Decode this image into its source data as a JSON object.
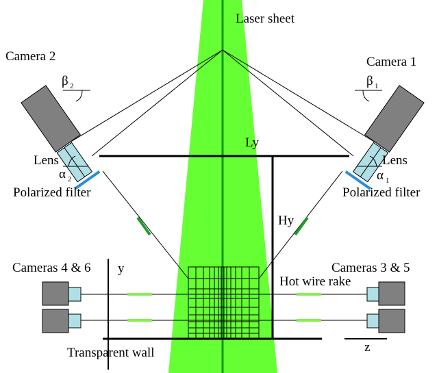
{
  "labels": {
    "laser_sheet": "Laser sheet",
    "camera_1": "Camera 1",
    "camera_2": "Camera 2",
    "beta": "β",
    "beta_1_sub": "1",
    "beta_2_sub": "2",
    "alpha": "α",
    "alpha_1_sub": "1",
    "alpha_2_sub": "2",
    "lens_left": "Lens",
    "lens_right": "Lens",
    "filter_left": "Polarized filter",
    "filter_right": "Polarized filter",
    "ly": "Ly",
    "hy": "Hy",
    "cameras_left": "Cameras 4 & 6",
    "cameras_right": "Cameras 3 & 5",
    "y_axis": "y",
    "z_axis": "z",
    "hot_wire_rake": "Hot wire rake",
    "transparent_wall": "Transparent wall"
  },
  "colors": {
    "laser": "#66ff33",
    "laser_center": "#119911",
    "camera_body": "#808080",
    "camera_lens": "#b0dfe6",
    "filter": "#2a8fd8",
    "beam_marker": "#1e9c2a",
    "hot_wire": "#88ee55"
  }
}
